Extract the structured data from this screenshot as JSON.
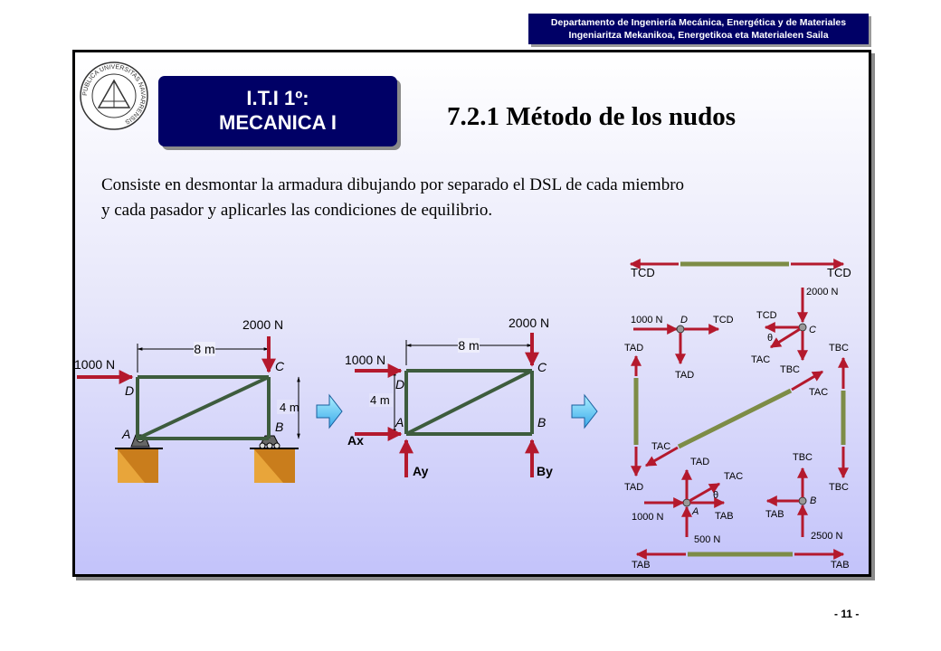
{
  "header": {
    "department_es": "Departamento de Ingeniería Mecánica, Energética y de Materiales",
    "department_eu": "Ingeniaritza Mekanikoa, Energetikoa eta Materialeen Saila"
  },
  "seal": {
    "text": "PUBLICA UNIVERSITAS NAVARRENSIS"
  },
  "course": {
    "line1": "I.T.I 1º:",
    "line2": "MECANICA I"
  },
  "slide": {
    "title": "7.2.1 Método de los nudos",
    "body_line1": "Consiste en desmontar la armadura dibujando por separado el DSL de cada miembro",
    "body_line2": "y cada pasador y aplicarles las condiciones de equilibrio."
  },
  "figure1": {
    "load_top": "2000 N",
    "load_left": "1000 N",
    "span": "8 m",
    "height": "4 m",
    "A": "A",
    "B": "B",
    "C": "C",
    "D": "D"
  },
  "figure2": {
    "load_top": "2000 N",
    "load_left": "1000 N",
    "span": "8 m",
    "height": "4 m",
    "A": "A",
    "B": "B",
    "C": "C",
    "D": "D",
    "Ax": "Ax",
    "Ay": "Ay",
    "By": "By"
  },
  "figure3": {
    "tcd_l": "TCD",
    "tcd_r": "TCD",
    "joint_d_load": "1000 N",
    "d_label": "D",
    "tcd_d": "TCD",
    "tad_d": "TAD",
    "c_load": "2000 N",
    "c_tcd": "TCD",
    "c_label": "C",
    "c_tac": "TAC",
    "c_tbc": "TBC",
    "c_theta": "θ",
    "ad_top": "TAD",
    "ad_bottom": "TAD",
    "bc_top": "TBC",
    "bc_bottom": "TBC",
    "ac_top": "TAC",
    "ac_bottom": "TAC",
    "a_tad": "TAD",
    "a_tac": "TAC",
    "a_label": "A",
    "a_theta": "θ",
    "a_load": "1000 N",
    "a_tab": "TAB",
    "a_react": "500 N",
    "b_tbc": "TBC",
    "b_label": "B",
    "b_tab": "TAB",
    "b_react": "2500 N",
    "tab_l": "TAB",
    "tab_r": "TAB"
  },
  "page": {
    "number": "- 11 -"
  },
  "colors": {
    "navy": "#000066",
    "arrow": "#b4192d",
    "member": "#7d8c46",
    "truss": "#3d5c3d"
  }
}
